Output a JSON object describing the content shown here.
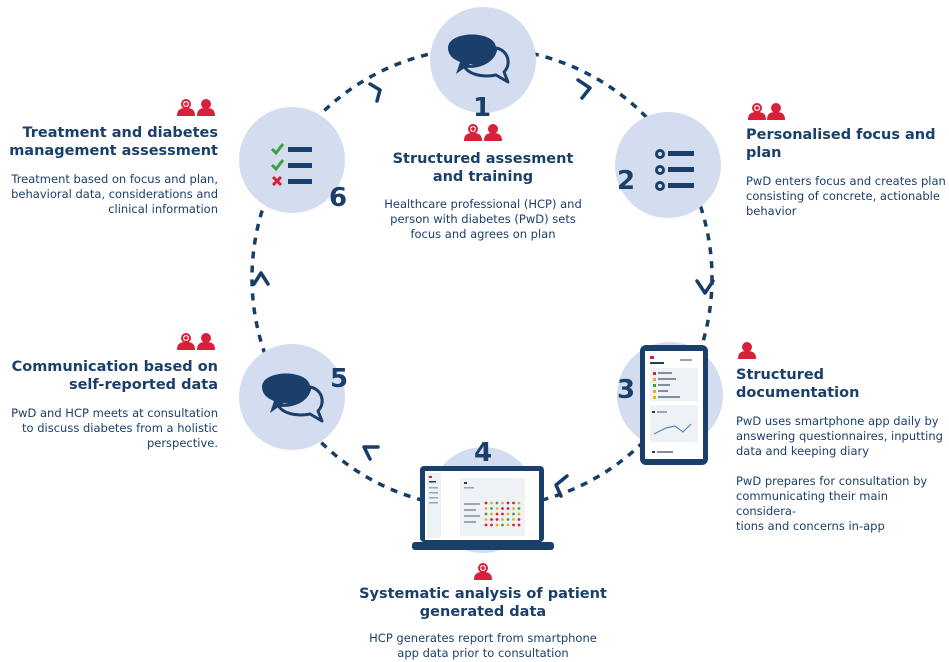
{
  "colors": {
    "navy": "#1b3f6b",
    "circle_fill": "#d3ddef",
    "red": "#d8203a",
    "dark": "#173e66"
  },
  "steps": [
    {
      "number": "1",
      "title": "Structured assesment\nand training",
      "description": "Healthcare professional (HCP) and\nperson with diabetes (PwD) sets\nfocus and agrees on plan",
      "roles": [
        "hcp",
        "pwd"
      ],
      "icon": "speech-bubbles-icon"
    },
    {
      "number": "2",
      "title": "Personalised focus and plan",
      "description": "PwD enters focus and creates plan\nconsisting of concrete, actionable\nbehavior",
      "roles": [
        "hcp",
        "pwd"
      ],
      "icon": "checklist-icon"
    },
    {
      "number": "3",
      "title": "Structured documentation",
      "description": "PwD uses smartphone app daily by\nanswering questionnaires, inputting\ndata and keeping diary\n\nPwD prepares for consultation by\ncommunicating their main considera-\ntions and concerns in-app",
      "roles": [
        "pwd"
      ],
      "icon": "smartphone-icon"
    },
    {
      "number": "4",
      "title": "Systematic analysis of patient\ngenerated data",
      "description": "HCP generates report from smartphone\napp data prior to consultation",
      "roles": [
        "hcp"
      ],
      "icon": "laptop-icon"
    },
    {
      "number": "5",
      "title": "Communication based on\nself-reported data",
      "description": "PwD and HCP meets at consultation\nto discuss diabetes from a holistic\nperspective.",
      "roles": [
        "hcp",
        "pwd"
      ],
      "icon": "speech-bubbles-icon"
    },
    {
      "number": "6",
      "title": "Treatment and diabetes\nmanagement assessment",
      "description": "Treatment based on focus and plan,\nbehavioral data, considerations and\nclinical information",
      "roles": [
        "hcp",
        "pwd"
      ],
      "icon": "checks-list-icon"
    }
  ]
}
